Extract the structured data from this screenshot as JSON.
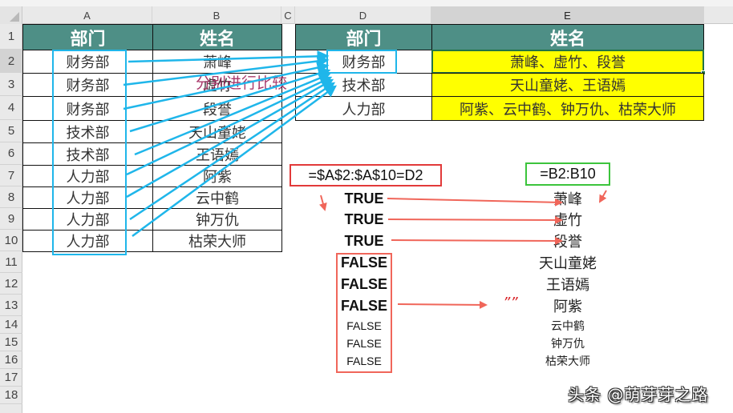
{
  "sheet": {
    "columns": [
      "A",
      "B",
      "C",
      "D",
      "E"
    ],
    "rows": [
      "1",
      "2",
      "3",
      "4",
      "5",
      "6",
      "7",
      "8",
      "9",
      "10",
      "11",
      "12",
      "13",
      "14",
      "15",
      "16",
      "17",
      "18"
    ],
    "selected_column": "E",
    "selected_row": "2"
  },
  "source_table": {
    "headers": {
      "dept": "部门",
      "name": "姓名"
    },
    "rows": [
      {
        "dept": "财务部",
        "name": "萧峰"
      },
      {
        "dept": "财务部",
        "name": "虚竹"
      },
      {
        "dept": "财务部",
        "name": "段誉"
      },
      {
        "dept": "技术部",
        "name": "天山童姥"
      },
      {
        "dept": "技术部",
        "name": "王语嫣"
      },
      {
        "dept": "人力部",
        "name": "阿紫"
      },
      {
        "dept": "人力部",
        "name": "云中鹤"
      },
      {
        "dept": "人力部",
        "name": "钟万仇"
      },
      {
        "dept": "人力部",
        "name": "枯荣大师"
      }
    ]
  },
  "result_table": {
    "headers": {
      "dept": "部门",
      "name": "姓名"
    },
    "rows": [
      {
        "dept": "财务部",
        "names": "萧峰、虚竹、段誉"
      },
      {
        "dept": "技术部",
        "names": "天山童姥、王语嫣"
      },
      {
        "dept": "人力部",
        "names": "阿紫、云中鹤、钟万仇、枯荣大师"
      }
    ]
  },
  "annotations": {
    "compare_note": "分别进行比较",
    "formula_compare": "=$A$2:$A$10=D2",
    "formula_names": "=B2:B10",
    "bool_results": [
      "TRUE",
      "TRUE",
      "TRUE",
      "FALSE",
      "FALSE",
      "FALSE",
      "FALSE",
      "FALSE",
      "FALSE"
    ],
    "name_list": [
      "萧峰",
      "虚竹",
      "段誉",
      "天山童姥",
      "王语嫣",
      "阿紫",
      "云中鹤",
      "钟万仇",
      "枯荣大师"
    ],
    "empty_string": "””"
  },
  "colors": {
    "header_teal": "#4e8f86",
    "highlight_yellow": "#ffff00",
    "arrow_blue": "#1fb6ea",
    "arrow_red": "#f0665a",
    "formula_box_red": "#e23a3a",
    "formula_box_green": "#3cc43c"
  },
  "watermark": "头条 @萌芽芽之路"
}
